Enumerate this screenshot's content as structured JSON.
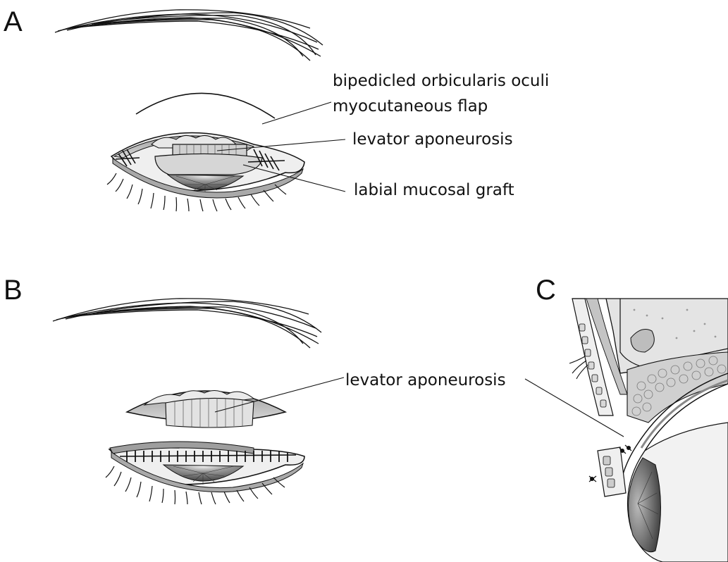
{
  "figure": {
    "panels": [
      {
        "id": "A",
        "letter": "A"
      },
      {
        "id": "B",
        "letter": "B"
      },
      {
        "id": "C",
        "letter": "C"
      }
    ],
    "labels": {
      "flap_line1": "bipedicled orbicularis oculi",
      "flap_line2": "myocutaneous flap",
      "levator_a": "levator aponeurosis",
      "graft": "labial mucosal graft",
      "levator_b": "levator aponeurosis"
    },
    "colors": {
      "ink": "#111111",
      "skin": "#ececec",
      "graft_gray": "#d6d6d6",
      "iris_dark": "#555555",
      "fat": "#cfcfcf",
      "bone": "#e4e4e4"
    }
  }
}
